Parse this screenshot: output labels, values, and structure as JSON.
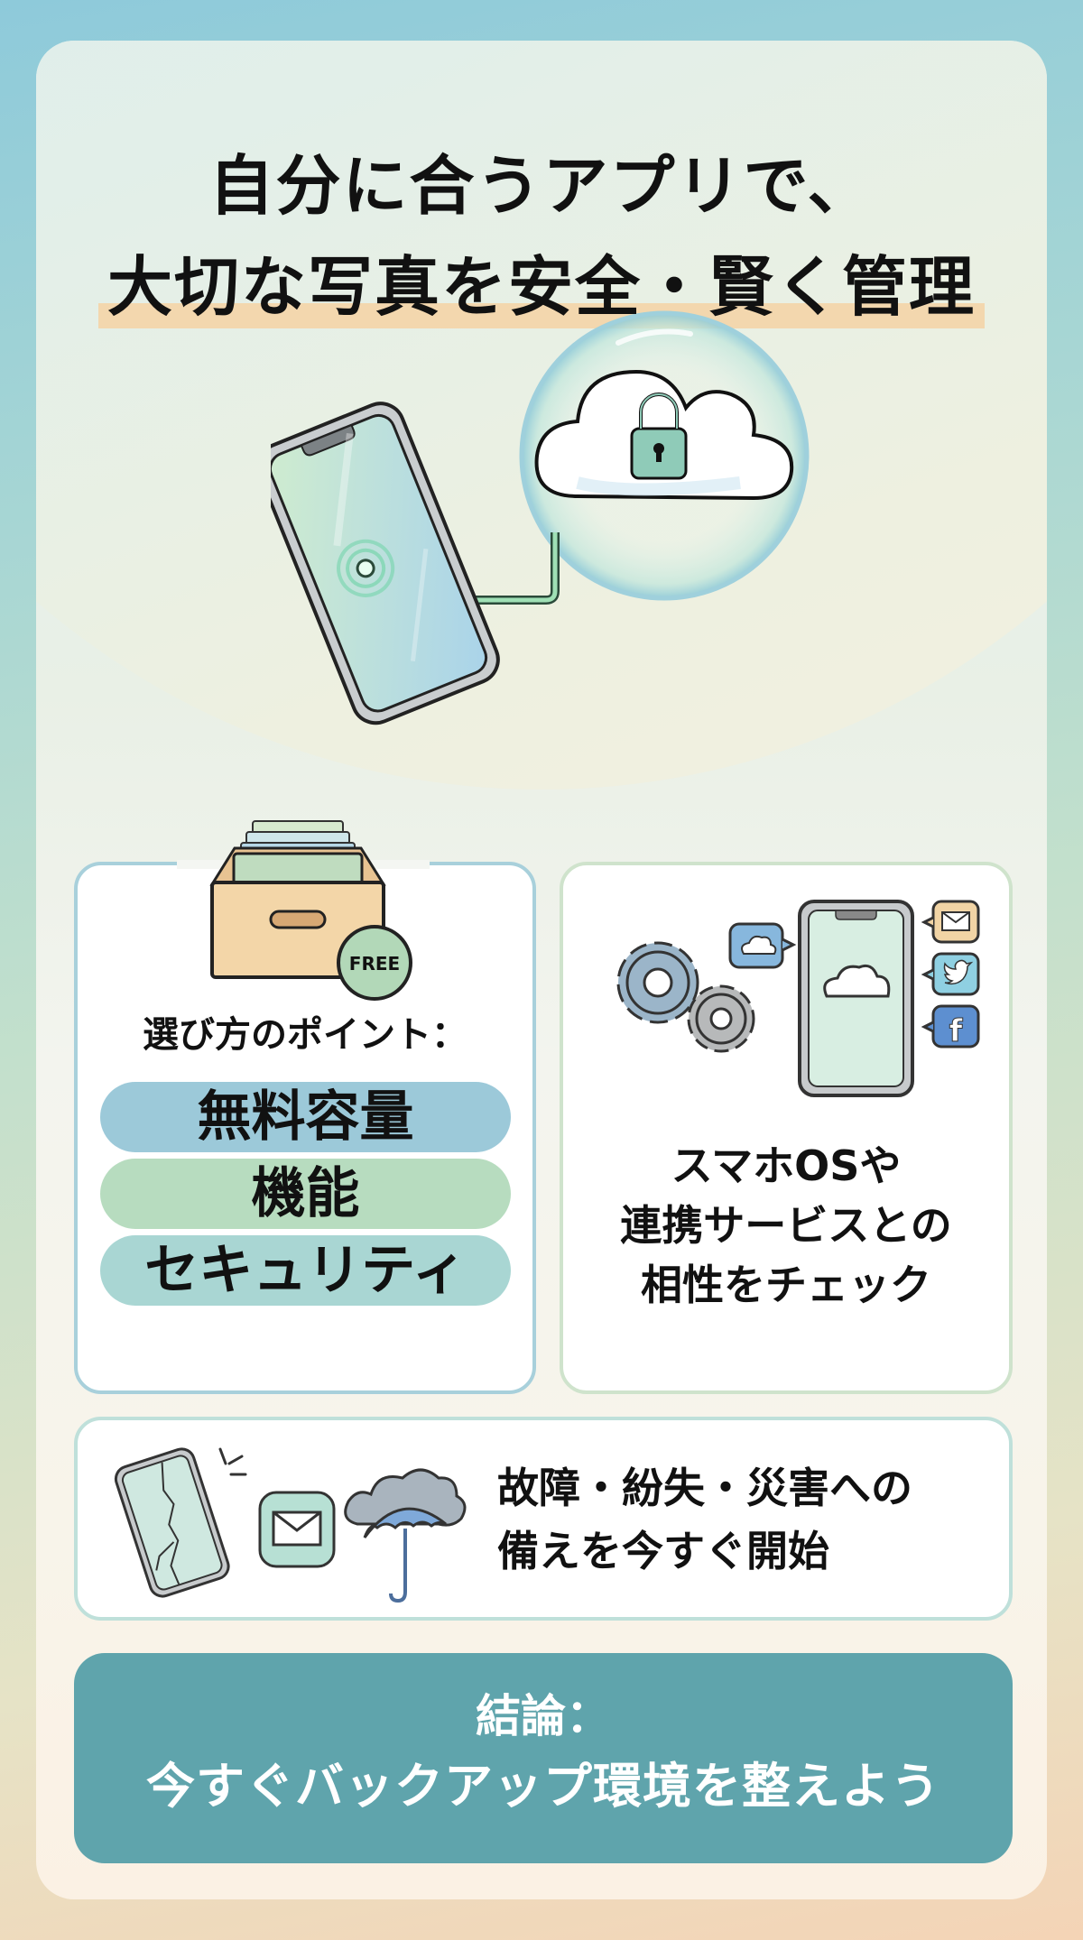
{
  "title": {
    "line1": "自分に合うアプリで、",
    "line2": "大切な写真を安全・賢く管理",
    "highlight_color": "#f3d7ae"
  },
  "hero": {
    "icons": [
      "smartphone-icon",
      "connection-line",
      "padlock-icon",
      "cloud-lock-icon",
      "bubble-shield"
    ]
  },
  "points_panel": {
    "badge": "FREE",
    "label": "選び方のポイント：",
    "items": [
      {
        "label": "無料容量",
        "color": "#9cc9d9"
      },
      {
        "label": "機能",
        "color": "#b7dcbf"
      },
      {
        "label": "セキュリティ",
        "color": "#a9d6d3"
      }
    ]
  },
  "compat_panel": {
    "lines": [
      "スマホOSや",
      "連携サービスとの",
      "相性をチェック"
    ],
    "icons": [
      "gear-icon",
      "gear-icon",
      "cloud-bubble-icon",
      "smartphone-icon",
      "mail-bubble-icon",
      "twitter-bubble-icon",
      "facebook-bubble-icon"
    ]
  },
  "prepare_panel": {
    "lines": [
      "故障・紛失・災害への",
      "備えを今すぐ開始"
    ],
    "icons": [
      "cracked-phone-icon",
      "mail-icon",
      "storm-umbrella-icon"
    ]
  },
  "conclusion": {
    "label": "結論：",
    "text": "今すぐバックアップ環境を整えよう",
    "color": "#5fa4ac"
  }
}
